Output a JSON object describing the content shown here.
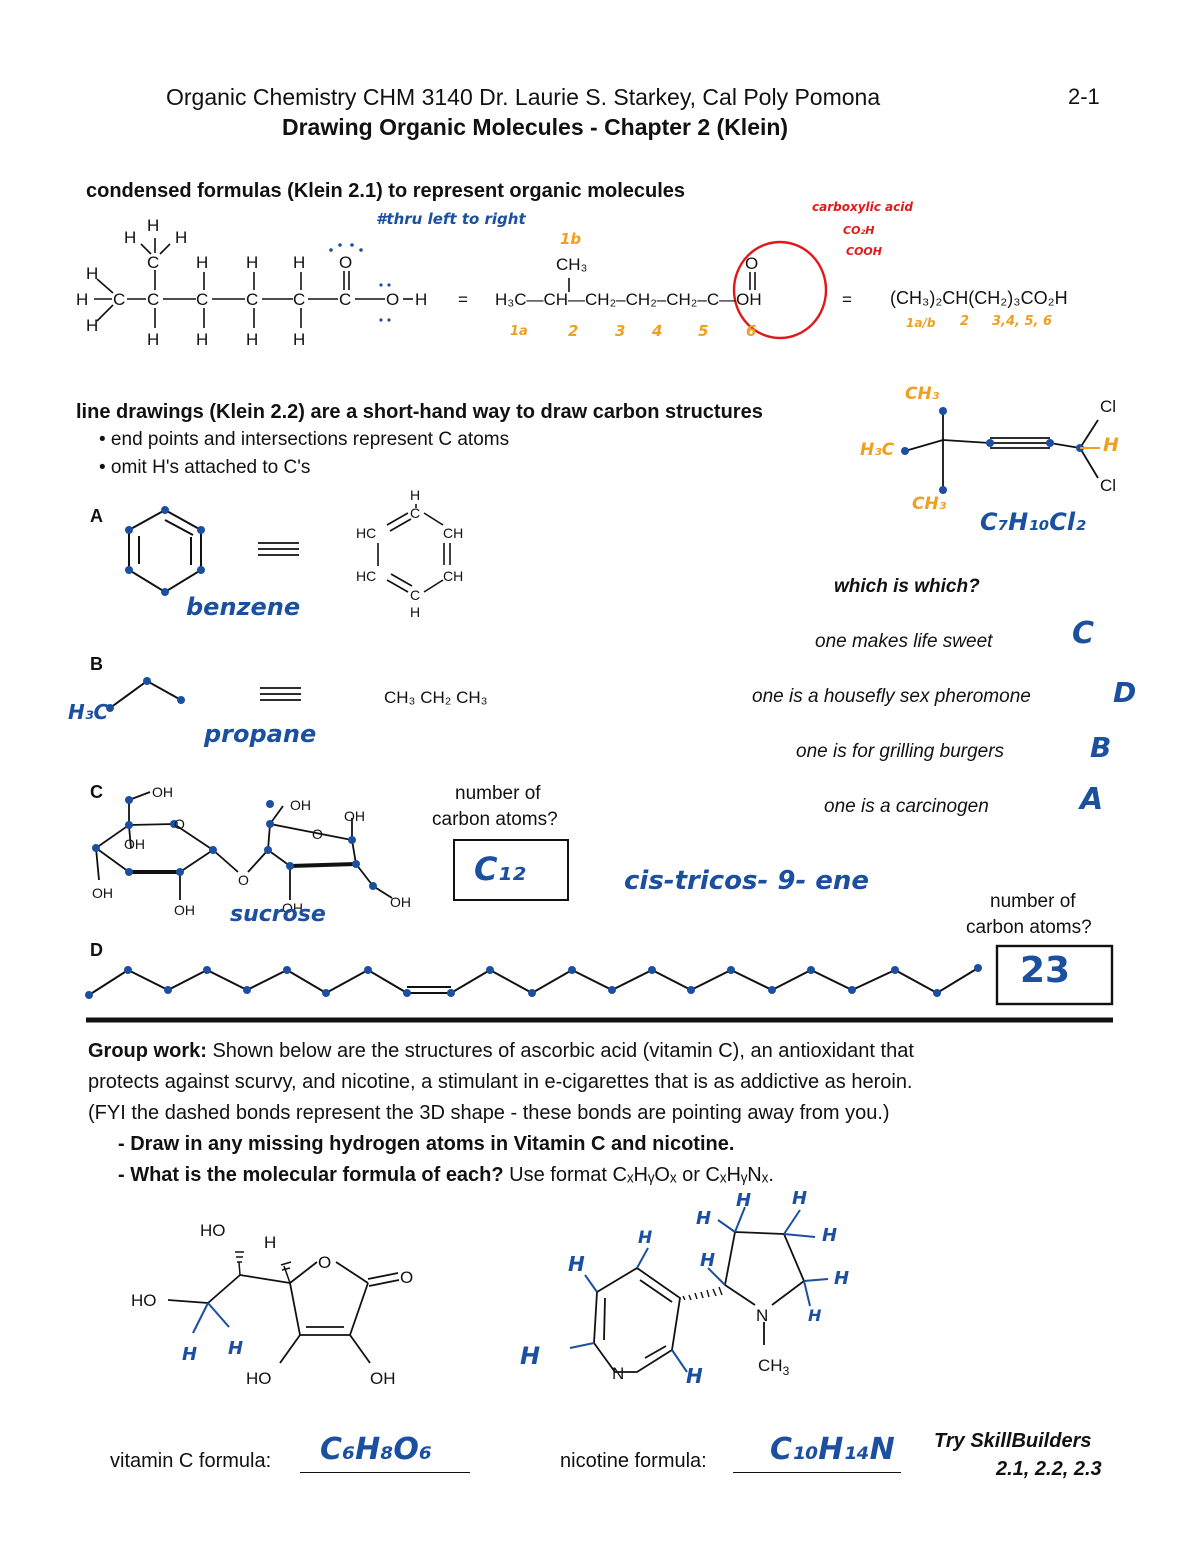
{
  "header": {
    "course": "Organic Chemistry CHM 3140 Dr. Laurie S. Starkey, Cal Poly Pomona",
    "title": "Drawing Organic Molecules - Chapter 2 (Klein)",
    "page_number": "2-1"
  },
  "condensed": {
    "heading": "condensed formulas (Klein 2.1) to represent organic molecules",
    "note_left_to_right": "#thru left to right",
    "formula_middle": "H₃C—CH—CH₂–CH₂–CH₂–C—OH",
    "branch_ch3": "CH₃",
    "formula_right": "(CH₃)₂CH(CH₂)₃CO₂H",
    "equals": "=",
    "carboxylic_note": [
      "carboxylic acid",
      "CO₂H",
      "COOH"
    ],
    "numbering_middle": [
      "1b",
      "1a",
      "2",
      "3",
      "4",
      "5",
      "6"
    ],
    "numbering_right": [
      "1a/b",
      "2",
      "3,4, 5, 6"
    ]
  },
  "line_drawings": {
    "heading": "line drawings (Klein 2.2) are a short-hand way to draw carbon structures",
    "bullets": [
      "• end points and intersections represent C atoms",
      "• omit H's attached to C's"
    ],
    "example_molecule": {
      "labels": [
        "CH₃",
        "H₃C",
        "CH₃",
        "Cl",
        "H",
        "Cl"
      ],
      "formula_handwritten": "C₇H₁₀Cl₂"
    }
  },
  "examples": {
    "A": {
      "label": "A",
      "name_handwritten": "benzene"
    },
    "B": {
      "label": "B",
      "name_handwritten": "propane",
      "condensed": "CH₃ CH₂ CH₃",
      "h3c": "H₃C"
    },
    "C": {
      "label": "C",
      "name_handwritten": "sucrose",
      "question": [
        "number of",
        "carbon atoms?"
      ],
      "answer": "C₁₂"
    },
    "D": {
      "label": "D",
      "name_handwritten": "cis-tricos- 9- ene",
      "question": [
        "number of",
        "carbon atoms?"
      ],
      "answer": "23"
    }
  },
  "which_is_which": {
    "title": "which is which?",
    "items": [
      {
        "text": "one makes life sweet",
        "answer": "C"
      },
      {
        "text": "one is a housefly sex pheromone",
        "answer": "D"
      },
      {
        "text": "one is for grilling burgers",
        "answer": "B"
      },
      {
        "text": "one is a carcinogen",
        "answer": "A"
      }
    ]
  },
  "group_work": {
    "lead": "Group work:",
    "line1": " Shown below are the structures of ascorbic acid (vitamin C), an antioxidant that",
    "line2": "protects against scurvy, and nicotine, a stimulant in e-cigarettes that is as addictive as heroin.",
    "line3": "(FYI the dashed bonds represent the 3D shape - these bonds are pointing away from you.)",
    "task1": "- Draw in any missing hydrogen atoms in Vitamin C and nicotine.",
    "task2": "- What is the molecular formula of each?",
    "task2_hint": " Use format CₓHᵧOₓ or CₓHᵧNₓ."
  },
  "answers": {
    "vitc_label": "vitamin C formula:",
    "vitc_answer": "C₆H₈O₆",
    "nicotine_label": "nicotine formula:",
    "nicotine_answer": "C₁₀H₁₄N",
    "skillbuilders": [
      "Try SkillBuilders",
      "2.1, 2.2, 2.3"
    ]
  },
  "colors": {
    "ink": "#111111",
    "blue": "#1b4fa0",
    "orange": "#f0a020",
    "red": "#e01818"
  }
}
